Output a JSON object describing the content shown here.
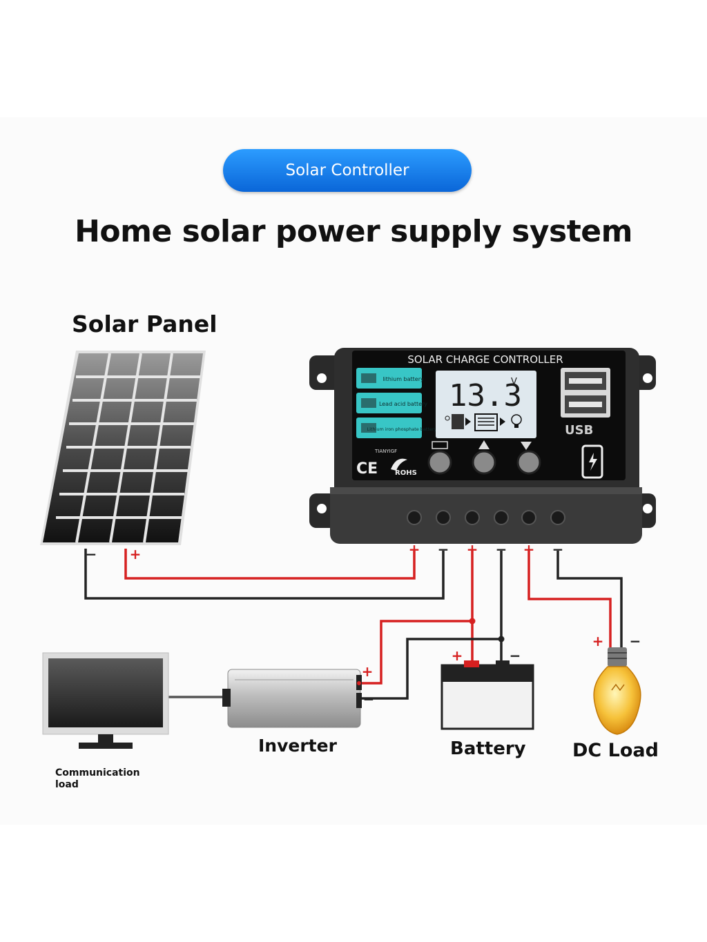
{
  "header": {
    "badge": "Solar Controller",
    "title": "Home solar power supply system"
  },
  "components": {
    "solar_panel": "Solar Panel",
    "inverter": "Inverter",
    "battery": "Battery",
    "dc_load": "DC Load",
    "communication_load": "Communication load"
  },
  "controller": {
    "heading": "SOLAR CHARGE CONTROLLER",
    "display_value": "13.3",
    "display_unit": "V",
    "battery_types": [
      "lithium battery",
      "Lead acid battery",
      "Lithium iron phosphate battery"
    ],
    "brand": "TIANYIGF",
    "cert_ce": "CE",
    "cert_rohs": "ROHS",
    "usb_label": "USB"
  },
  "polarity": {
    "plus": "+",
    "minus": "−"
  },
  "colors": {
    "badge_blue": "#0a74e8",
    "wire_positive": "#d62020",
    "wire_negative": "#222222",
    "lcd_screen": "#dfe8ee",
    "type_button": "#38c6c6",
    "bulb": "#f6b520"
  }
}
